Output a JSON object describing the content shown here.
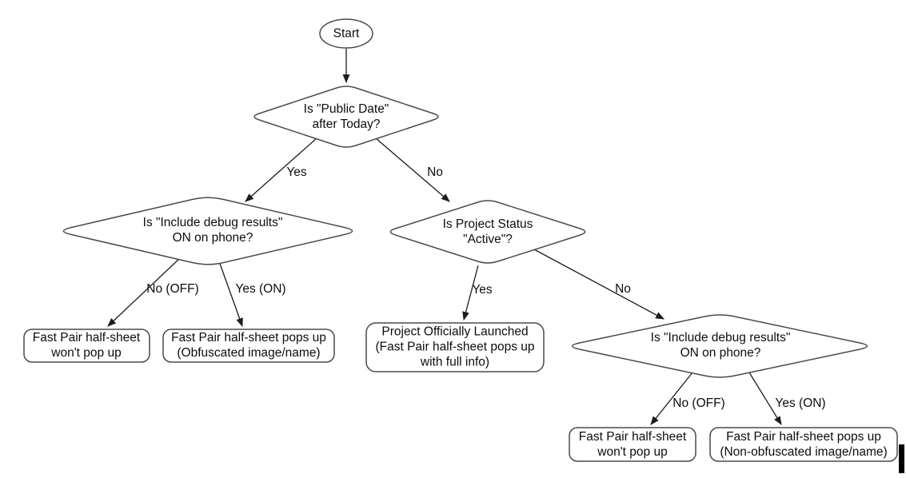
{
  "flowchart": {
    "start": {
      "label": "Start"
    },
    "decisions": {
      "public_date": {
        "line1": "Is \"Public Date\"",
        "line2": "after Today?"
      },
      "debug_left": {
        "line1": "Is \"Include debug results\"",
        "line2": "ON on phone?"
      },
      "project_status": {
        "line1": "Is Project Status",
        "line2": "\"Active\"?"
      },
      "debug_right": {
        "line1": "Is \"Include debug results\"",
        "line2": "ON on phone?"
      }
    },
    "outcomes": {
      "no_popup_left": {
        "line1": "Fast Pair half-sheet",
        "line2": "won't pop up"
      },
      "obfuscated": {
        "line1": "Fast Pair half-sheet pops up",
        "line2": "(Obfuscated image/name)"
      },
      "launched": {
        "line1": "Project Officially Launched",
        "line2": "(Fast Pair half-sheet pops up",
        "line3": "with full info)"
      },
      "no_popup_right": {
        "line1": "Fast Pair half-sheet",
        "line2": "won't pop up"
      },
      "non_obfuscated": {
        "line1": "Fast Pair half-sheet pops up",
        "line2": "(Non-obfuscated image/name)"
      }
    },
    "edge_labels": {
      "public_date_yes": "Yes",
      "public_date_no": "No",
      "debug_left_no": "No (OFF)",
      "debug_left_yes": "Yes (ON)",
      "project_status_yes": "Yes",
      "project_status_no": "No",
      "debug_right_no": "No (OFF)",
      "debug_right_yes": "Yes (ON)"
    },
    "colors": {
      "stroke": "#4a4a4a",
      "arrow": "#1c1c1c",
      "node_fill": "#ffffff",
      "text": "#0d0d0d"
    }
  }
}
